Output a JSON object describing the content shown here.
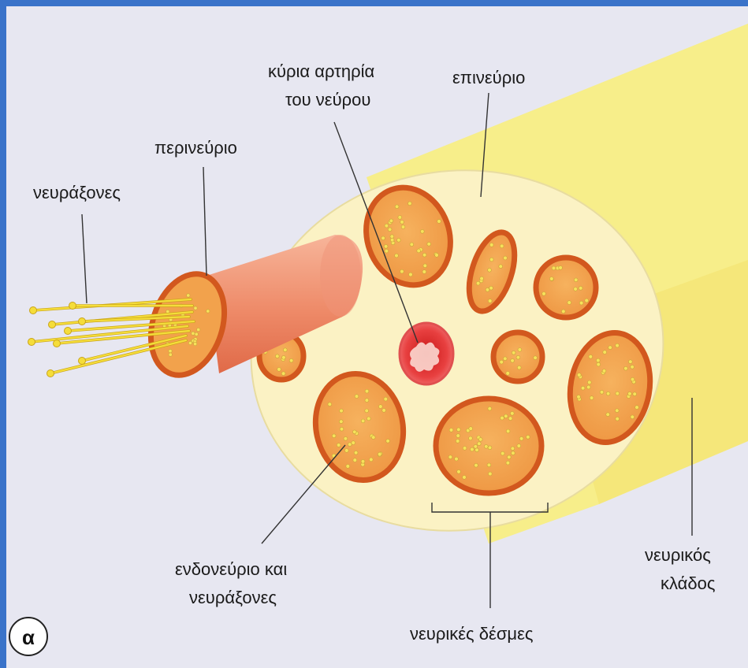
{
  "figure": {
    "panel_letter": "α",
    "labels": {
      "axons_top": "νευράξονες",
      "perineurium": "περινεύριο",
      "main_artery_line1": "κύρια αρτηρία",
      "main_artery_line2": "του νεύρου",
      "epineurium": "επινεύριο",
      "endoneurium_line1": "ενδονεύριο και",
      "endoneurium_line2": "νευράξονες",
      "fascicles": "νευρικές δέσμες",
      "nerve_branch_line1": "νευρικός",
      "nerve_branch_line2": "κλάδος"
    }
  },
  "colors": {
    "frame": "#3a73c9",
    "background": "#e7e7f1",
    "nerve_body": "#f7ee8a",
    "epineurium_face": "#fbf2c4",
    "fascicle_ring": "#d2581e",
    "fascicle_fill": "#f2a24c",
    "artery": "#e23a3a",
    "axon_fiber": "#f2d21e"
  }
}
